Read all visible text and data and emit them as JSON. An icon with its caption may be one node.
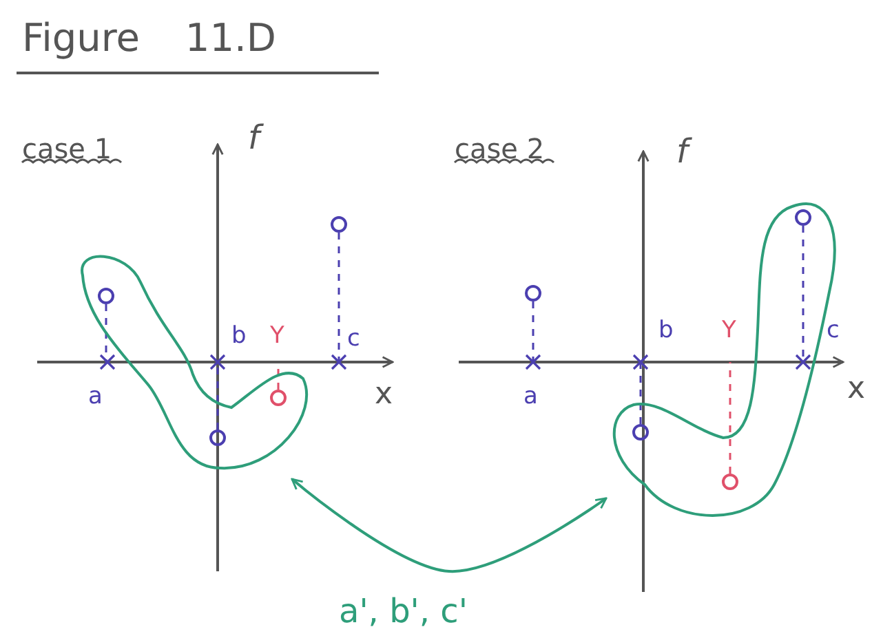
{
  "diagram": {
    "title": "Figure 11.D",
    "nodes": [
      {
        "text": [],
        "shape": "loop"
      },
      {
        "text": [],
        "shape": "loop"
      }
    ],
    "edges": [
      {
        "from": 0,
        "to": 1,
        "arrow": "both",
        "label": "a', b', c'"
      }
    ],
    "labels": [
      "case 1",
      "f",
      "a",
      "b",
      "Y",
      "c",
      "x",
      "case 2",
      "f",
      "a",
      "b",
      "Y",
      "c",
      "x"
    ]
  }
}
